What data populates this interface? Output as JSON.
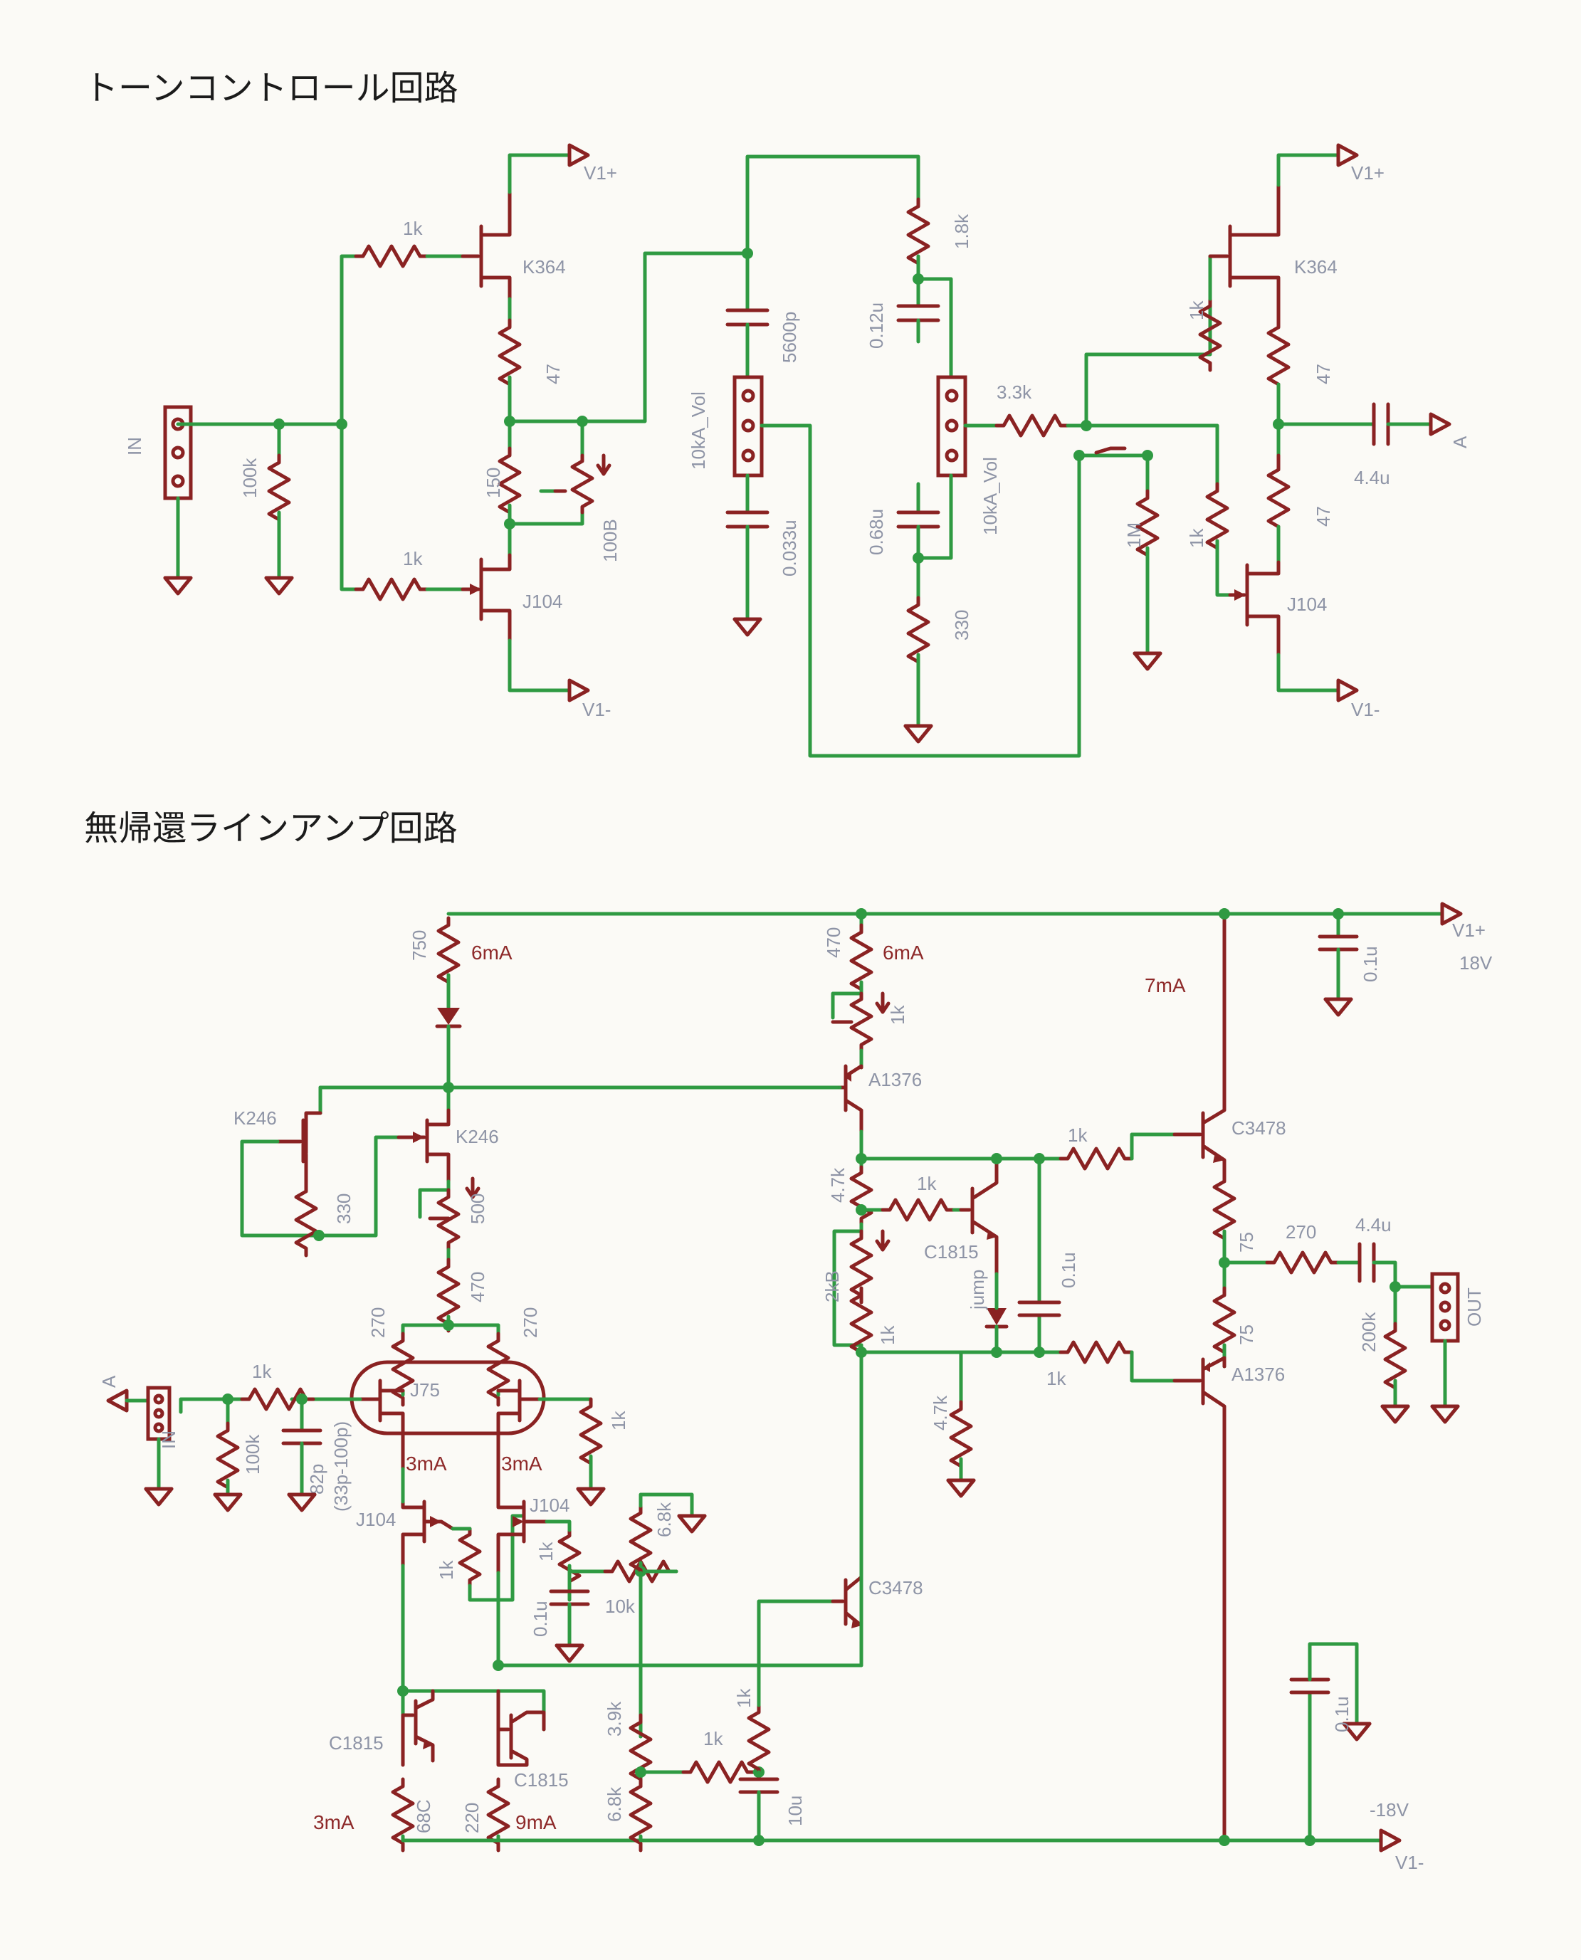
{
  "titles": {
    "tone": "トーンコントロール回路",
    "amp": "無帰還ラインアンプ回路"
  },
  "tone": {
    "in": "IN",
    "r_in1": "1k",
    "r_in2": "1k",
    "r_100k": "100k",
    "q_top": "K364",
    "q_bot": "J104",
    "r47": "47",
    "r150": "150",
    "vr_100b": "100B",
    "v1p": "V1+",
    "v1m": "V1-",
    "c5600p": "5600p",
    "c0033u": "0.033u",
    "vol1": "10kA_Vol",
    "r1_8k": "1.8k",
    "c012u": "0.12u",
    "c068u": "0.68u",
    "r330": "330",
    "vol2": "10kA_Vol",
    "r3_3k": "3.3k",
    "r1m": "1M",
    "r1k_a": "1k",
    "r1k_b": "1k",
    "q2_top": "K364",
    "q2_bot": "J104",
    "r47a": "47",
    "r47b": "47",
    "c44u": "4.4u",
    "out_a": "A",
    "v1p2": "V1+",
    "v1m2": "V1-"
  },
  "amp": {
    "r750": "750",
    "i6ma_a": "6mA",
    "r470a": "470",
    "i6ma_b": "6mA",
    "vr1k": "1k",
    "i7ma": "7mA",
    "c01u_a": "0.1u",
    "v1p": "V1+",
    "v18": "18V",
    "a1376a": "A1376",
    "k246a": "K246",
    "k246b": "K246",
    "r330": "330",
    "vr500": "500",
    "r470b": "470",
    "r270a": "270",
    "r270b": "270",
    "j75": "J75",
    "in_a": "A",
    "in_label": "IN",
    "r1k_in": "1k",
    "r100k": "100k",
    "c82p": "82p",
    "c82p_alt": "(33p-100p)",
    "r1k_j": "1k",
    "i3ma_a": "3mA",
    "i3ma_b": "3mA",
    "j104a": "J104",
    "j104b": "J104",
    "r1k_s1": "1k",
    "r1k_s2": "1k",
    "c01u_b": "0.1u",
    "r10k": "10k",
    "r6_8k": "6.8k",
    "c3478a": "C3478",
    "c3478b": "C3478",
    "r4_7k_a": "4.7k",
    "r1k_c": "1k",
    "vr2kb": "2kB",
    "r1k_d": "1k",
    "c1815a": "C1815",
    "jump": "jump",
    "c01u_c": "0.1u",
    "r1k_e": "1k",
    "r1k_f": "1k",
    "r4_7k_b": "4.7k",
    "r75a": "75",
    "r75b": "75",
    "r270c": "270",
    "c44u": "4.4u",
    "r200k": "200k",
    "out": "OUT",
    "a1376b": "A1376",
    "r3_9k": "3.9k",
    "r6_8k_b": "6.8k",
    "r1k_g": "1k",
    "r1k_h": "1k",
    "c10u": "10u",
    "c1815b": "C1815",
    "c1815c": "C1815",
    "r68c": "68C",
    "r220": "220",
    "i3ma_c": "3mA",
    "i9ma": "9mA",
    "c01u_d": "0.1u",
    "v18m": "-18V",
    "v1m": "V1-"
  },
  "colors": {
    "wire": "#2f9a42",
    "component": "#8a2222",
    "label": "#8e94a6",
    "paper": "#fbfaf6"
  }
}
